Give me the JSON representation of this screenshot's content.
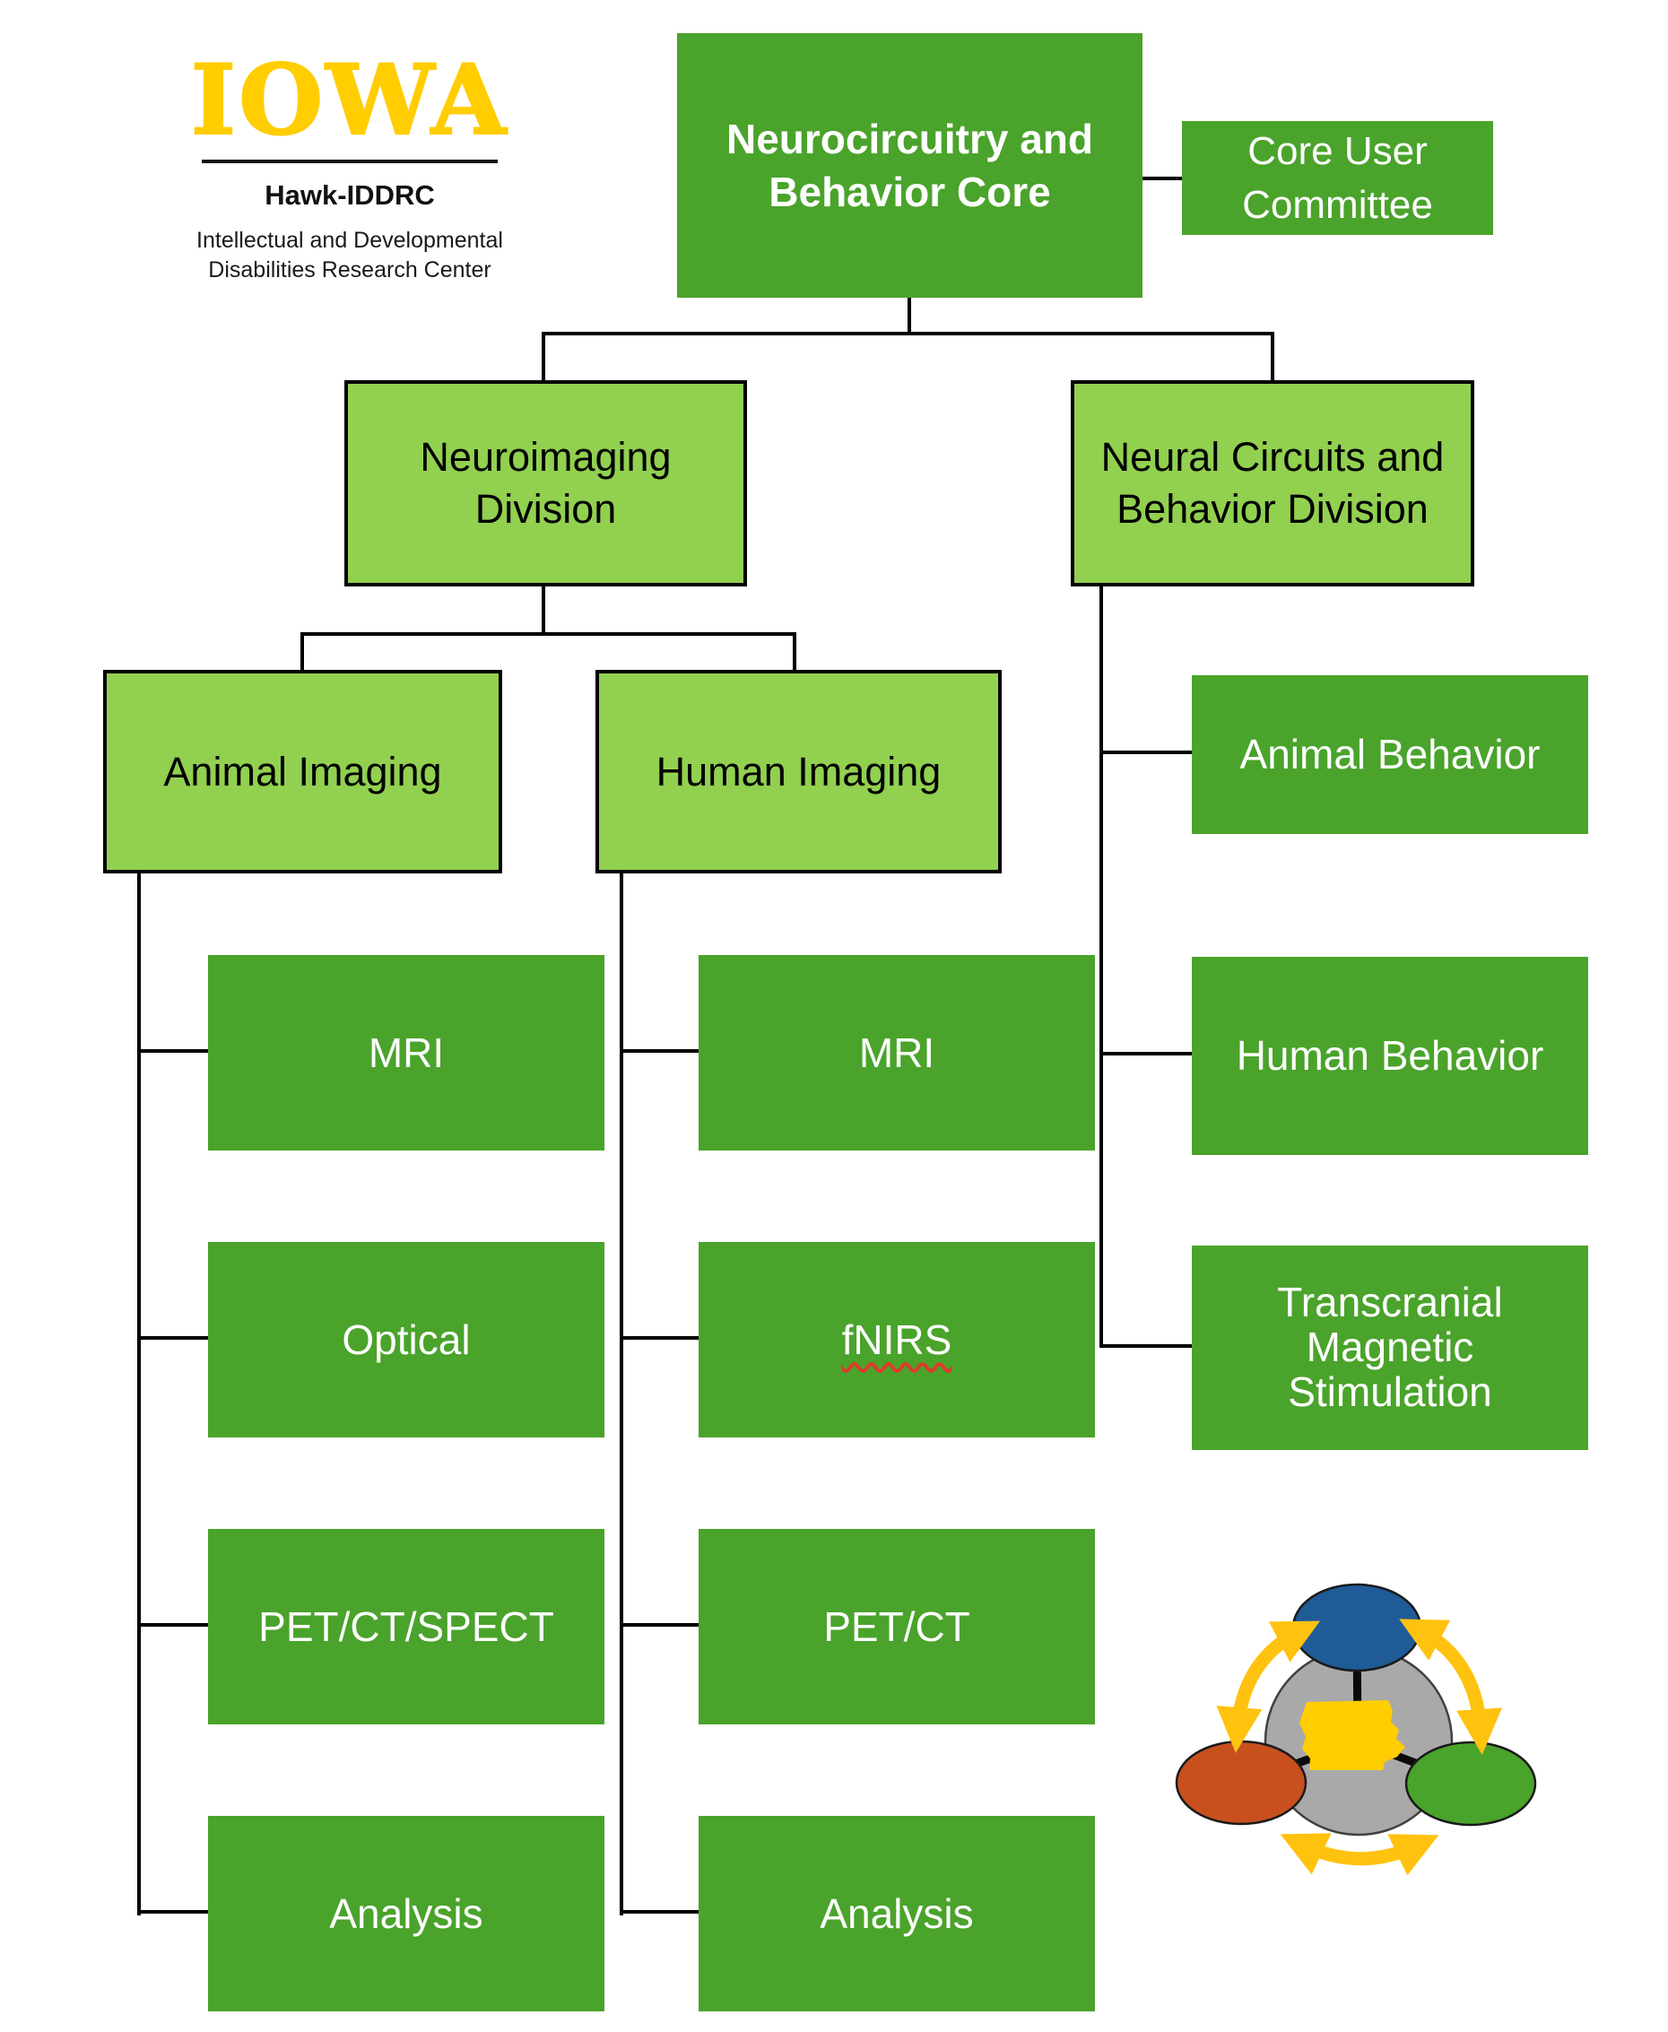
{
  "colors": {
    "dark_green": "#4AA32B",
    "light_green": "#92D050",
    "iowa_gold": "#FFCD00",
    "line_black": "#000000",
    "logo_blue": "#1F5B97",
    "logo_orange": "#C8501E",
    "logo_gray": "#A9A9A9",
    "arrow_gold": "#FFC20E",
    "squiggle_red": "#DD3B2A"
  },
  "branding": {
    "wordmark": "IOWA",
    "org_name": "Hawk-IDDRC",
    "subtitle": "Intellectual and Developmental\nDisabilities Research Center"
  },
  "org_chart": {
    "root": "Neurocircuitry and\nBehavior Core",
    "committee": "Core User\nCommittee",
    "neuroimaging_division": "Neuroimaging\nDivision",
    "neural_division": "Neural Circuits and\nBehavior Division",
    "animal_imaging": "Animal Imaging",
    "human_imaging": "Human Imaging",
    "animal_children": [
      "MRI",
      "Optical",
      "PET/CT/SPECT",
      "Analysis"
    ],
    "human_children": [
      "MRI",
      "fNIRS",
      "PET/CT",
      "Analysis"
    ],
    "behavior_children": [
      "Animal Behavior",
      "Human Behavior",
      "Transcranial\nMagnetic\nStimulation"
    ]
  }
}
